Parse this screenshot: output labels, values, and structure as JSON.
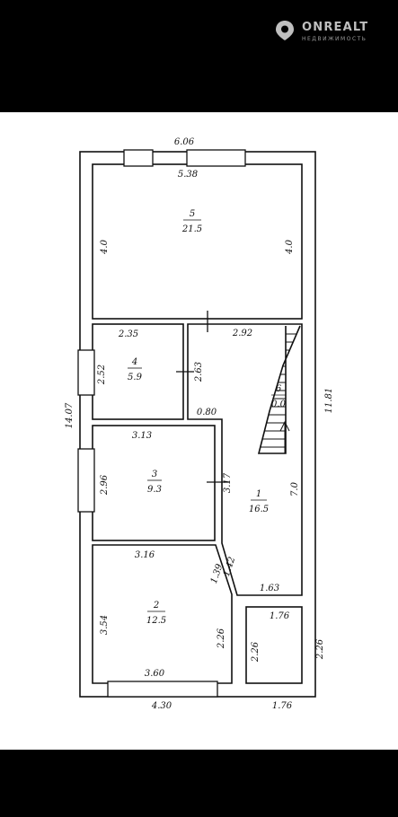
{
  "watermark": {
    "brand": "ONREALT",
    "tagline": "НЕДВИЖИМОСТЬ"
  },
  "dimensions": {
    "top_outer": "6.06",
    "top_inner": "5.38",
    "left_overall": "14.07",
    "right_overall": "11.81",
    "bottom_left": "4.30",
    "bottom_right": "1.76",
    "r5_left": "4.0",
    "r5_right": "4.0",
    "r4_top": "2.35",
    "r4_left": "2.52",
    "r4_right": "2.63",
    "corr_top": "2.92",
    "corr_step": "0.80",
    "r3_top": "3.13",
    "r3_left": "2.96",
    "r3_right": "3.17",
    "r1_height": "7.0",
    "r2_top": "3.16",
    "r2_diag_a": "1.42",
    "r2_diag_b": "1.39",
    "r1_bottom": "1.63",
    "r2_left": "3.54",
    "r2_right": "2.26",
    "r2_bottom": "3.60",
    "niche_top": "1.76",
    "niche_left": "2.26",
    "niche_right": "2.26"
  },
  "rooms": [
    {
      "number": "5",
      "area": "21.5"
    },
    {
      "number": "4",
      "area": "5.9"
    },
    {
      "number": "3",
      "area": "9.3"
    },
    {
      "number": "1",
      "area": "16.5"
    },
    {
      "number": "2",
      "area": "12.5"
    },
    {
      "number": "6",
      "area": "0.0"
    }
  ]
}
